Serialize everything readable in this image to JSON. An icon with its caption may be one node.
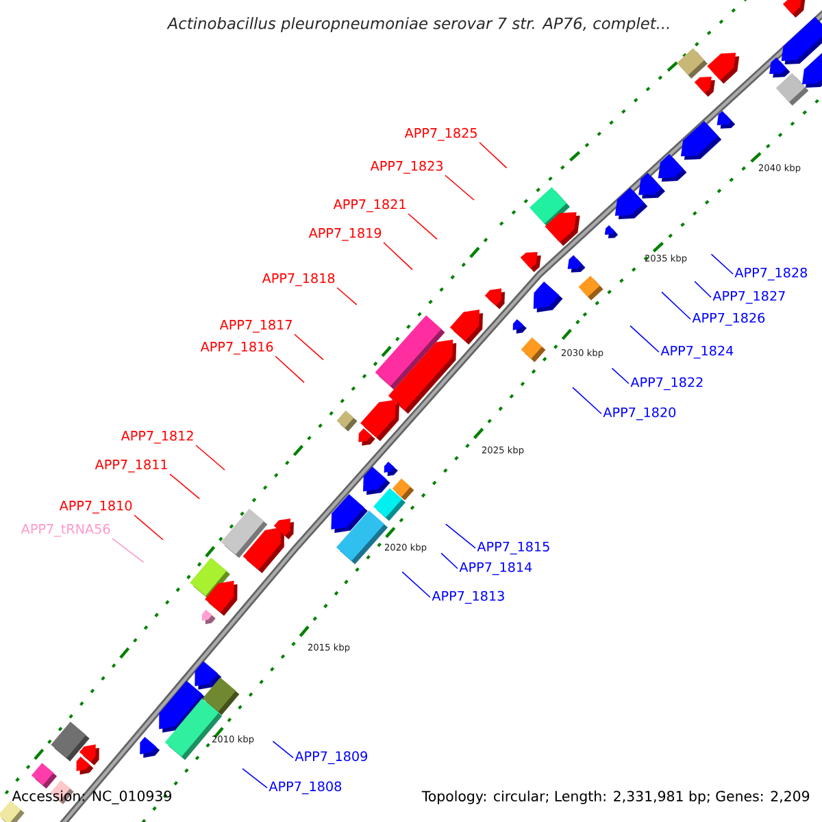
{
  "diagram": {
    "title": "Actinobacillus pleuropneumoniae serovar 7 str. AP76, complet...",
    "nodes": [
      {
        "text": [
          "APP7_1825"
        ]
      },
      {
        "text": [
          "APP7_1823"
        ]
      },
      {
        "text": [
          "APP7_1821"
        ]
      },
      {
        "text": [
          "APP7_1819"
        ]
      },
      {
        "text": [
          "APP7_1818"
        ]
      },
      {
        "text": [
          "APP7_1817"
        ]
      },
      {
        "text": [
          "APP7_1816"
        ]
      },
      {
        "text": [
          "APP7_1812"
        ]
      },
      {
        "text": [
          "APP7_1811"
        ]
      },
      {
        "text": [
          "APP7_1810"
        ]
      },
      {
        "text": [
          "APP7_tRNA56"
        ]
      },
      {
        "text": [
          "APP7_1828"
        ]
      },
      {
        "text": [
          "APP7_1827"
        ]
      },
      {
        "text": [
          "APP7_1826"
        ]
      },
      {
        "text": [
          "APP7_1824"
        ]
      },
      {
        "text": [
          "APP7_1822"
        ]
      },
      {
        "text": [
          "APP7_1820"
        ]
      },
      {
        "text": [
          "APP7_1815"
        ]
      },
      {
        "text": [
          "APP7_1814"
        ]
      },
      {
        "text": [
          "APP7_1813"
        ]
      },
      {
        "text": [
          "APP7_1809"
        ]
      },
      {
        "text": [
          "APP7_1808"
        ]
      }
    ],
    "edges": [
      {
        "from": 0,
        "to": null,
        "arrow": "none",
        "color": "#ff0000"
      },
      {
        "from": 1,
        "to": null,
        "arrow": "none",
        "color": "#ff0000"
      },
      {
        "from": 2,
        "to": null,
        "arrow": "none",
        "color": "#ff0000"
      },
      {
        "from": 3,
        "to": null,
        "arrow": "none",
        "color": "#ff0000"
      },
      {
        "from": 4,
        "to": null,
        "arrow": "none",
        "color": "#ff0000"
      },
      {
        "from": 5,
        "to": null,
        "arrow": "none",
        "color": "#ff0000"
      },
      {
        "from": 6,
        "to": null,
        "arrow": "none",
        "color": "#ff0000"
      },
      {
        "from": 7,
        "to": null,
        "arrow": "none",
        "color": "#ff0000"
      },
      {
        "from": 8,
        "to": null,
        "arrow": "none",
        "color": "#ff0000"
      },
      {
        "from": 9,
        "to": null,
        "arrow": "none",
        "color": "#ff0000"
      },
      {
        "from": 10,
        "to": null,
        "arrow": "none",
        "color": "#ff99cc"
      },
      {
        "from": 11,
        "to": null,
        "arrow": "none",
        "color": "#0000ff"
      },
      {
        "from": 12,
        "to": null,
        "arrow": "none",
        "color": "#0000ff"
      },
      {
        "from": 13,
        "to": null,
        "arrow": "none",
        "color": "#0000ff"
      },
      {
        "from": 14,
        "to": null,
        "arrow": "none",
        "color": "#0000ff"
      },
      {
        "from": 15,
        "to": null,
        "arrow": "none",
        "color": "#0000ff"
      },
      {
        "from": 16,
        "to": null,
        "arrow": "none",
        "color": "#0000ff"
      },
      {
        "from": 17,
        "to": null,
        "arrow": "none",
        "color": "#0000ff"
      },
      {
        "from": 18,
        "to": null,
        "arrow": "none",
        "color": "#0000ff"
      },
      {
        "from": 19,
        "to": null,
        "arrow": "none",
        "color": "#0000ff"
      },
      {
        "from": 20,
        "to": null,
        "arrow": "none",
        "color": "#0000ff"
      },
      {
        "from": 21,
        "to": null,
        "arrow": "none",
        "color": "#0000ff"
      }
    ],
    "labels": [
      "2040 kbp",
      "2035 kbp",
      "2030 kbp",
      "2025 kbp",
      "2020 kbp",
      "2015 kbp",
      "2010 kbp",
      "Accession: NC_010939",
      "Topology: circular; Length: 2,331,981 bp; Genes: 2,209"
    ]
  }
}
